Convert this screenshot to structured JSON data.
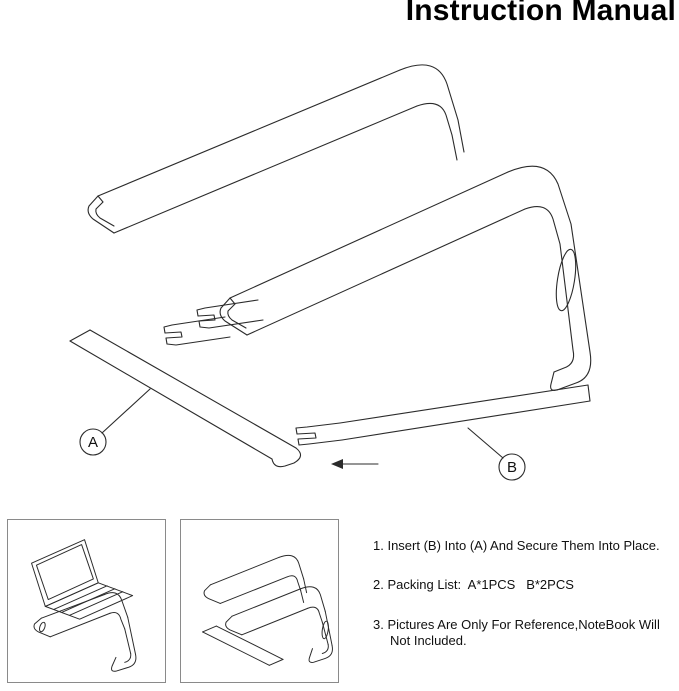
{
  "title": "Instruction Manual",
  "diagram": {
    "part_a_label": "A",
    "part_b_label": "B"
  },
  "instructions": {
    "step1": "1. Insert (B) Into (A) And Secure Them Into Place.",
    "step2": "2. Packing List:  A*1PCS   B*2PCS",
    "step3": "3. Pictures Are Only For Reference,NoteBook Will Not Included."
  },
  "colors": {
    "background": "#ffffff",
    "line": "#2b2b2b",
    "text": "#111111",
    "box_border": "#8a8a8a"
  }
}
